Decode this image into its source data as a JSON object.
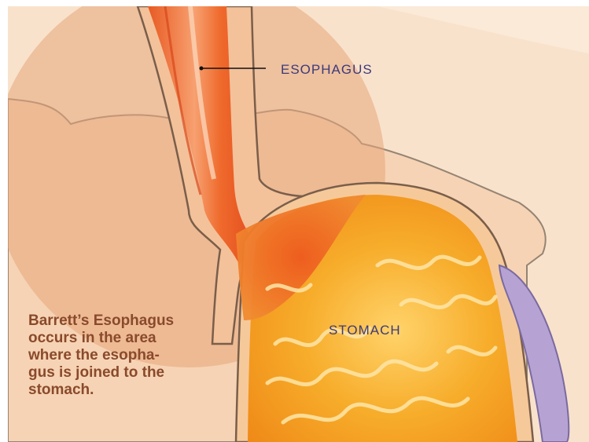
{
  "diagram": {
    "labels": {
      "esophagus": "ESOPHAGUS",
      "stomach": "STOMACH"
    },
    "caption_lines": [
      "Barrett’s Esophagus",
      "occurs in the area",
      "where the esopha-",
      "gus is joined to the",
      "stomach."
    ],
    "colors": {
      "background": "#f8dcc0",
      "highlight_circle": "#e3a77e",
      "esophagus_tissue": "#ee7c3c",
      "stomach_tissue": "#f4a21e",
      "spleen": "#b6a3d3",
      "label_text": "#3c3a7a",
      "caption_text": "#8a4a2c"
    }
  }
}
